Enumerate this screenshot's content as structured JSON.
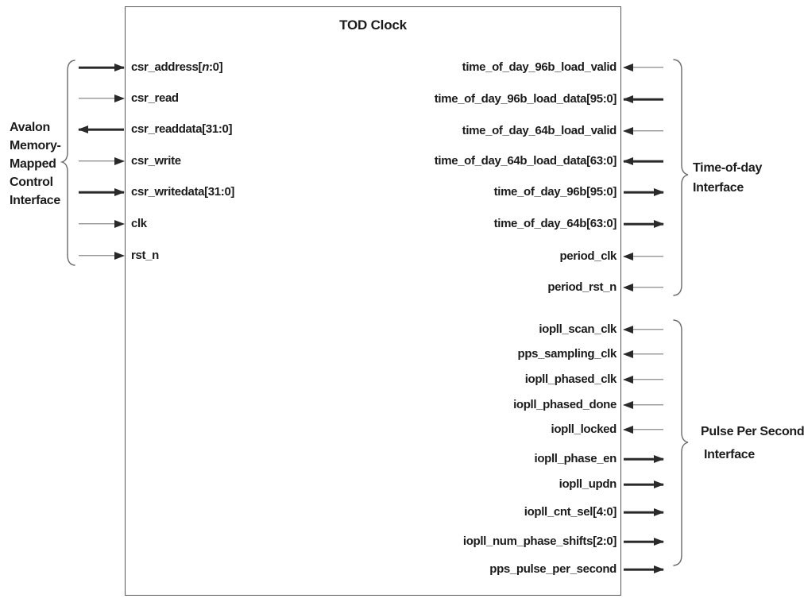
{
  "block": {
    "title": "TOD Clock"
  },
  "colors": {
    "ink": "#1c1c1c",
    "thin_line": "#6b6b6b",
    "thick_line": "#2a2a2a",
    "block_border": "#56575a"
  },
  "groups": {
    "avalon": {
      "label_lines": [
        "Avalon",
        "Memory-",
        "Mapped",
        "Control",
        "Interface"
      ],
      "signals": [
        {
          "label": "csr_address[n:0]",
          "parts": [
            {
              "t": "csr_address[",
              "i": false
            },
            {
              "t": "n",
              "i": true
            },
            {
              "t": ":0]",
              "i": false
            }
          ],
          "dir": "input",
          "bus": true
        },
        {
          "label": "csr_read",
          "dir": "input",
          "bus": false
        },
        {
          "label": "csr_readdata[31:0]",
          "dir": "output",
          "bus": true
        },
        {
          "label": "csr_write",
          "dir": "input",
          "bus": false
        },
        {
          "label": "csr_writedata[31:0]",
          "dir": "input",
          "bus": true
        },
        {
          "label": "clk",
          "dir": "input",
          "bus": false
        },
        {
          "label": "rst_n",
          "dir": "input",
          "bus": false
        }
      ]
    },
    "tod": {
      "label_lines": [
        "Time-of-day",
        "Interface"
      ],
      "signals": [
        {
          "label": "time_of_day_96b_load_valid",
          "dir": "input",
          "bus": false
        },
        {
          "label": "time_of_day_96b_load_data[95:0]",
          "dir": "input",
          "bus": true
        },
        {
          "label": "time_of_day_64b_load_valid",
          "dir": "input",
          "bus": false
        },
        {
          "label": "time_of_day_64b_load_data[63:0]",
          "dir": "input",
          "bus": true
        },
        {
          "label": "time_of_day_96b[95:0]",
          "dir": "output",
          "bus": true
        },
        {
          "label": "time_of_day_64b[63:0]",
          "dir": "output",
          "bus": true
        },
        {
          "label": "period_clk",
          "dir": "input",
          "bus": false
        },
        {
          "label": "period_rst_n",
          "dir": "input",
          "bus": false
        }
      ]
    },
    "pps": {
      "label_lines": [
        "Pulse Per Second",
        "Interface"
      ],
      "signals": [
        {
          "label": "iopll_scan_clk",
          "dir": "input",
          "bus": false
        },
        {
          "label": "pps_sampling_clk",
          "dir": "input",
          "bus": false
        },
        {
          "label": "iopll_phased_clk",
          "dir": "input",
          "bus": false
        },
        {
          "label": "iopll_phased_done",
          "dir": "input",
          "bus": false
        },
        {
          "label": "iopll_locked",
          "dir": "input",
          "bus": false
        },
        {
          "label": "iopll_phase_en",
          "dir": "output",
          "bus": false
        },
        {
          "label": "iopll_updn",
          "dir": "output",
          "bus": false
        },
        {
          "label": "iopll_cnt_sel[4:0]",
          "dir": "output",
          "bus": true
        },
        {
          "label": "iopll_num_phase_shifts[2:0]",
          "dir": "output",
          "bus": true
        },
        {
          "label": "pps_pulse_per_second",
          "dir": "output",
          "bus": false
        }
      ]
    }
  }
}
